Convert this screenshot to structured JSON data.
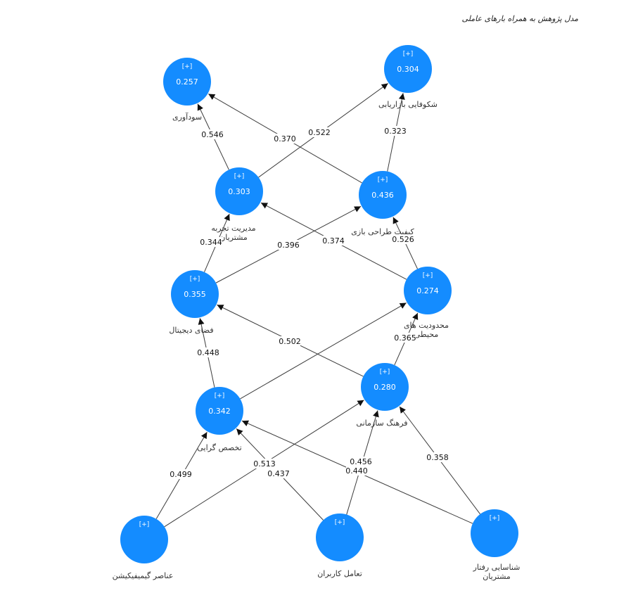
{
  "title": "مدل پژوهش به همراه بارهای عاملی",
  "colors": {
    "node_fill": "#148CFF",
    "edge": "#3b3b3b",
    "node_text": "#ffffff",
    "label_text": "#333333"
  },
  "nodes": [
    {
      "id": "profitability",
      "tag": "[+]",
      "value": "0.257",
      "label": [
        "سودآوری"
      ]
    },
    {
      "id": "market_flourish",
      "tag": "[+]",
      "value": "0.304",
      "label": [
        "شکوفایی بازاریابی"
      ]
    },
    {
      "id": "cx_management",
      "tag": "[+]",
      "value": "0.303",
      "label": [
        "مدیریت تجربه",
        "مشتریان"
      ]
    },
    {
      "id": "game_design_quality",
      "tag": "[+]",
      "value": "0.436",
      "label": [
        "کیفیت طراحی بازی"
      ]
    },
    {
      "id": "digital_space",
      "tag": "[+]",
      "value": "0.355",
      "label": [
        "فضای دیجیتال"
      ]
    },
    {
      "id": "env_constraints",
      "tag": "[+]",
      "value": "0.274",
      "label": [
        "محدودیت های",
        "محیطی"
      ]
    },
    {
      "id": "specialization",
      "tag": "[+]",
      "value": "0.342",
      "label": [
        "تخصص گرایی"
      ]
    },
    {
      "id": "org_culture",
      "tag": "[+]",
      "value": "0.280",
      "label": [
        "فرهنگ سازمانی"
      ]
    },
    {
      "id": "gamification",
      "tag": "[+]",
      "value": "",
      "label": [
        "عناصر گیمیفیکیشن"
      ]
    },
    {
      "id": "user_interaction",
      "tag": "[+]",
      "value": "",
      "label": [
        "تعامل کاربران"
      ]
    },
    {
      "id": "customer_behavior",
      "tag": "[+]",
      "value": "",
      "label": [
        "شناسایی رفتار",
        "مشتریان"
      ]
    }
  ],
  "edges": [
    {
      "from": "gamification",
      "to": "specialization",
      "weight": "0.499"
    },
    {
      "from": "gamification",
      "to": "org_culture",
      "weight": "0.513"
    },
    {
      "from": "user_interaction",
      "to": "specialization",
      "weight": "0.437"
    },
    {
      "from": "user_interaction",
      "to": "org_culture",
      "weight": "0.456"
    },
    {
      "from": "customer_behavior",
      "to": "specialization",
      "weight": "0.440"
    },
    {
      "from": "customer_behavior",
      "to": "org_culture",
      "weight": "0.358"
    },
    {
      "from": "specialization",
      "to": "digital_space",
      "weight": "0.448"
    },
    {
      "from": "specialization",
      "to": "env_constraints",
      "weight": ""
    },
    {
      "from": "org_culture",
      "to": "digital_space",
      "weight": "0.502"
    },
    {
      "from": "org_culture",
      "to": "env_constraints",
      "weight": "0.365"
    },
    {
      "from": "digital_space",
      "to": "cx_management",
      "weight": "0.344"
    },
    {
      "from": "digital_space",
      "to": "game_design_quality",
      "weight": "0.396"
    },
    {
      "from": "env_constraints",
      "to": "cx_management",
      "weight": "0.374"
    },
    {
      "from": "env_constraints",
      "to": "game_design_quality",
      "weight": "0.526"
    },
    {
      "from": "cx_management",
      "to": "profitability",
      "weight": "0.546"
    },
    {
      "from": "cx_management",
      "to": "market_flourish",
      "weight": "0.522"
    },
    {
      "from": "game_design_quality",
      "to": "profitability",
      "weight": "0.370"
    },
    {
      "from": "game_design_quality",
      "to": "market_flourish",
      "weight": "0.323"
    }
  ]
}
